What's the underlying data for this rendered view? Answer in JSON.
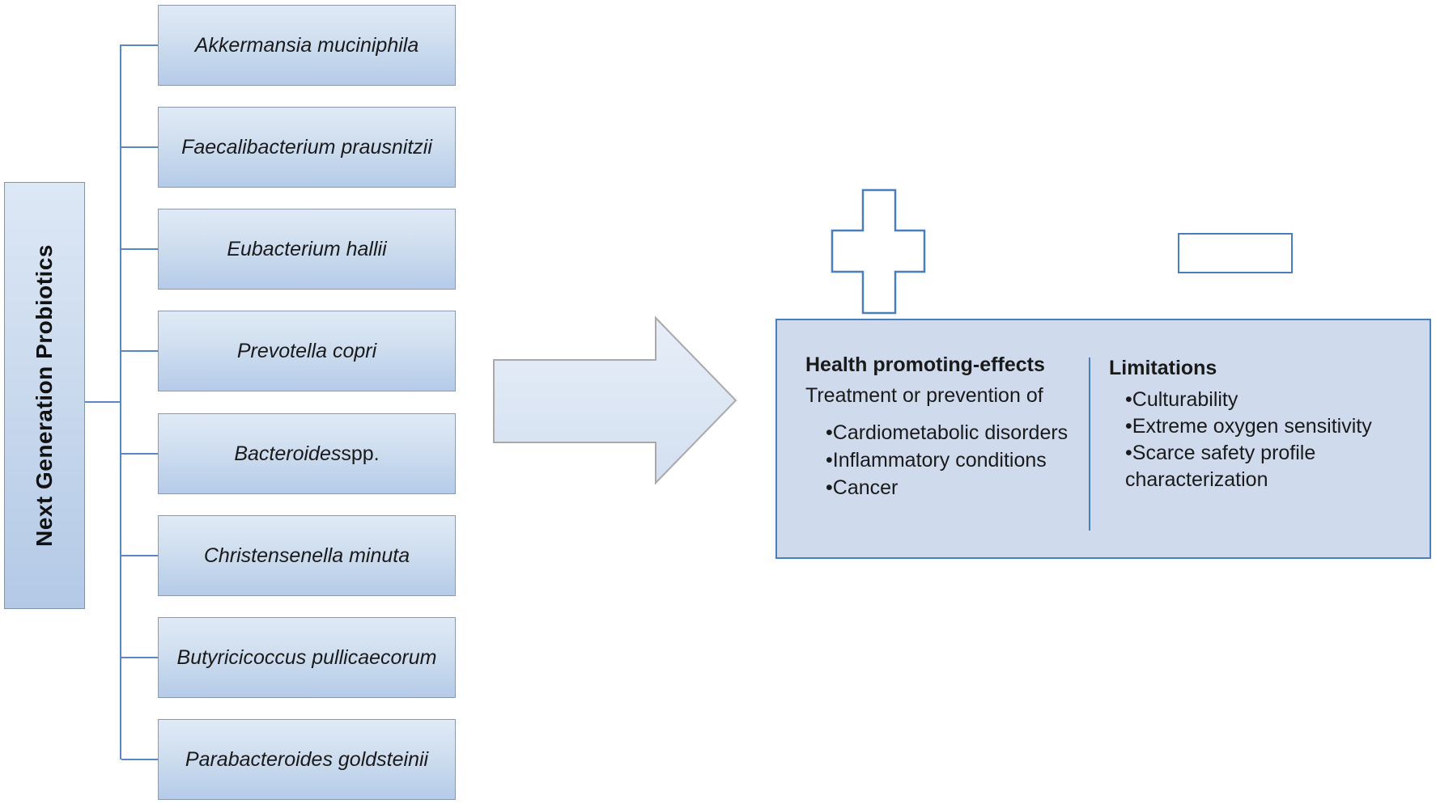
{
  "sidebar": {
    "label": "Next Generation Probiotics"
  },
  "species": [
    {
      "italic": "Akkermansia muciniphila",
      "regular": ""
    },
    {
      "italic": "Faecalibacterium prausnitzii",
      "regular": ""
    },
    {
      "italic": "Eubacterium hallii",
      "regular": ""
    },
    {
      "italic": "Prevotella copri",
      "regular": ""
    },
    {
      "italic": "Bacteroides",
      "regular": " spp."
    },
    {
      "italic": "Christensenella minuta",
      "regular": ""
    },
    {
      "italic": "Butyricicoccus pullicaecorum",
      "regular": ""
    },
    {
      "italic": "Parabacteroides goldsteinii",
      "regular": ""
    }
  ],
  "panel": {
    "benefits": {
      "heading": "Health promoting-effects",
      "subheading": "Treatment or prevention of",
      "bullets": [
        "Cardiometabolic disorders",
        "Inflammatory conditions",
        "Cancer"
      ]
    },
    "limitations": {
      "heading": "Limitations",
      "bullets": [
        "Culturability",
        "Extreme oxygen sensitivity",
        "Scarce safety profile characterization"
      ]
    }
  },
  "glyphs": {
    "bullet": "•"
  },
  "icons": {
    "plus": "plus-sign",
    "minus": "minus-sign",
    "arrow": "right-arrow"
  },
  "colors": {
    "accent_blue": "#4a7ebd",
    "connector_blue": "#5b87c5",
    "panel_fill": "#cfdaed",
    "box_fill_top": "#e0eaf6",
    "box_fill_bottom": "#b5cbe8",
    "arrow_outline": "#a9a9a9",
    "text": "#1a1a1a"
  }
}
